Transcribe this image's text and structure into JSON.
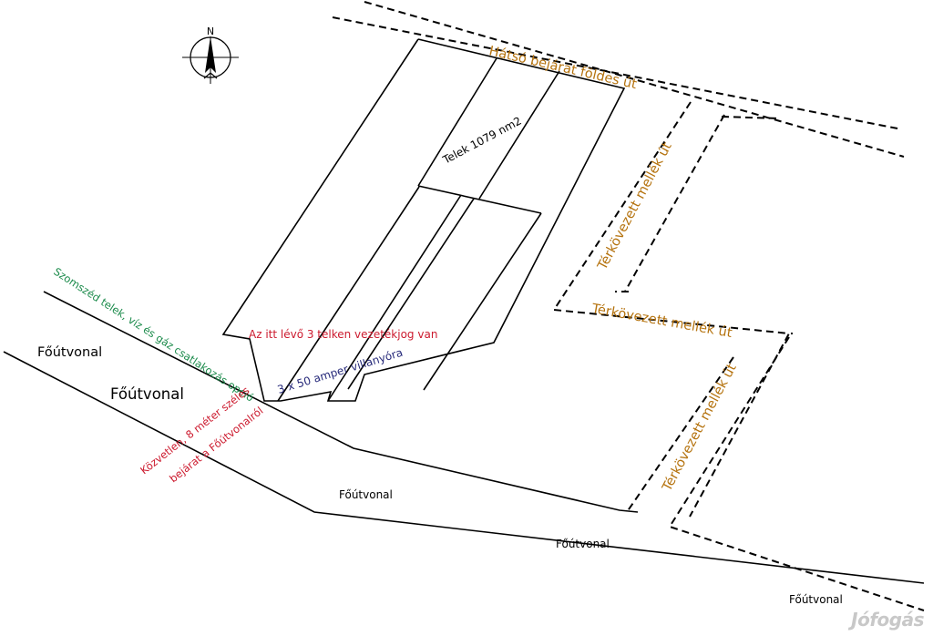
{
  "compass": {
    "north_letter": "N"
  },
  "labels": {
    "back_entrance": "Hátsó bejárat földes út",
    "plot_area": "Telek 1079 nm2",
    "side_road_1": "Térkövezett mellék út",
    "side_road_2": "Térkövezett mellék út",
    "side_road_3": "Térkövezett mellék út",
    "neighbor_connection": "Szomszéd telek, víz és gáz csatlakozás opció",
    "right_of_way": "Az itt lévő 3 telken vezetékjog van",
    "electric_meter": "3 x 50 amper villanyóra",
    "direct_entrance_line1": "Közvetlen, 8 méter széles",
    "direct_entrance_line2": "bejárat a Főútvonalról",
    "main_road_1": "Főútvonal",
    "main_road_2": "Főútvonal",
    "main_road_3": "Főútvonal",
    "main_road_4": "Főútvonal",
    "main_road_5": "Főútvonal"
  },
  "watermark": "Jófogás",
  "colors": {
    "road_label": "#b5730f",
    "neighbor_label": "#1a8a4a",
    "warning_label": "#cc1a2e",
    "meter_label": "#26297a",
    "lines": "#000000"
  }
}
